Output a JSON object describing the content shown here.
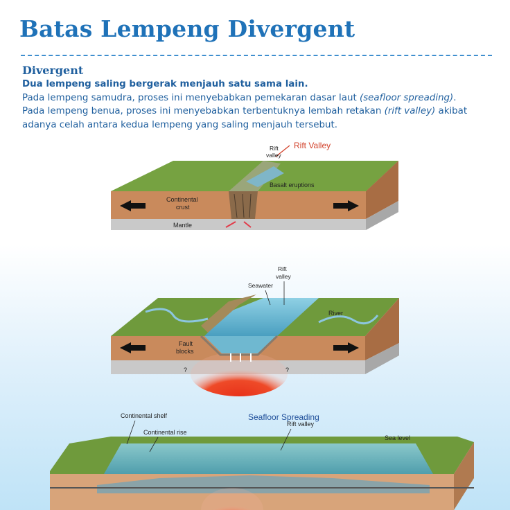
{
  "title": "Batas Lempeng Divergent",
  "section_heading": "Divergent",
  "intro": {
    "lead": "Dua lempeng saling bergerak menjauh satu sama lain.",
    "line2_pre": "Pada lempeng samudra, proses ini menyebabkan pemekaran dasar laut ",
    "line2_em": "(seafloor spreading)",
    "line2_post": ".",
    "line3_pre": "Pada lempeng benua, proses ini menyebabkan terbentuknya lembah retakan ",
    "line3_em": "(rift valley)",
    "line3_post": " akibat adanya celah antara kedua lempeng yang saling menjauh tersebut."
  },
  "diagram1": {
    "caption": "Rift Valley",
    "rift_valley_line1": "Rift",
    "rift_valley_line2": "valley",
    "basalt": "Basalt eruptions",
    "crust_line1": "Continental",
    "crust_line2": "crust",
    "mantle": "Mantle"
  },
  "diagram2": {
    "rift_valley_line1": "Rift",
    "rift_valley_line2": "valley",
    "seawater": "Seawater",
    "river": "River",
    "fault_line1": "Fault",
    "fault_line2": "blocks",
    "question": "?"
  },
  "diagram3": {
    "caption": "Seafloor Spreading",
    "continental_shelf": "Continental shelf",
    "continental_rise": "Continental rise",
    "rift_valley": "Rift valley",
    "sea_level": "Sea level"
  },
  "colors": {
    "title": "#1f72b8",
    "body_text": "#1f5f9e",
    "caption_red": "#d2412a",
    "caption_blue": "#1f4f9a",
    "grass": "#6f9a3c",
    "crust": "#c98a5c",
    "mantle": "#c9c9c9",
    "magma": "#e8321a",
    "water": "#5fb3cf"
  }
}
